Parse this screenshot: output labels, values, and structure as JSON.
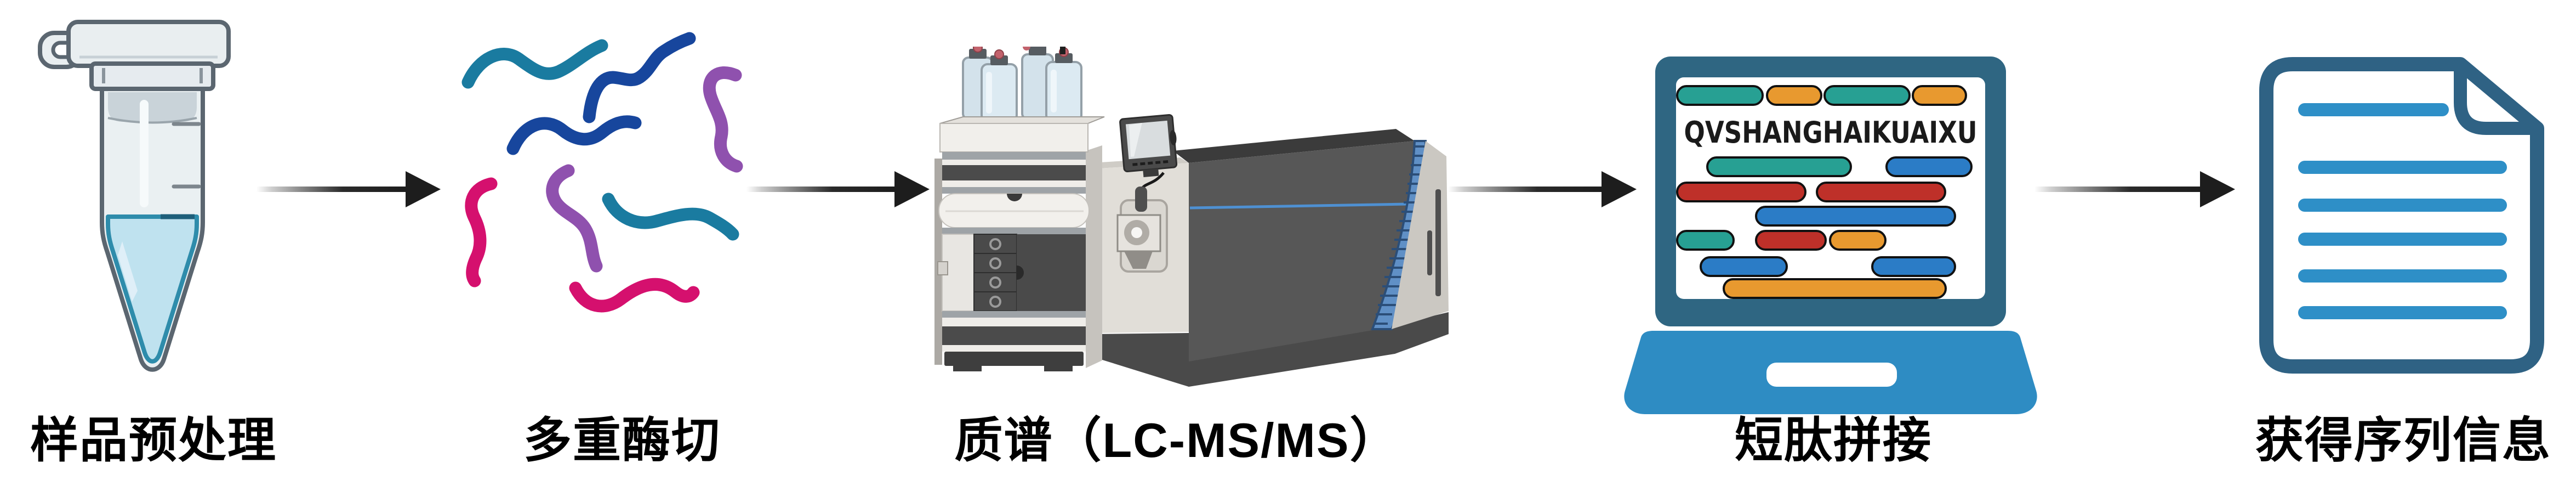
{
  "workflow": {
    "direction": "left-to-right",
    "stages": [
      {
        "id": "sample-prep",
        "icon": "microcentrifuge-tube-icon",
        "label": "样品预处理"
      },
      {
        "id": "multi-enzyme-digestion",
        "icon": "peptide-strands-icon",
        "label": "多重酶切"
      },
      {
        "id": "mass-spectrometry",
        "icon": "lc-ms-ms-instrument-icon",
        "label": "质谱（LC-MS/MS）"
      },
      {
        "id": "short-peptide-assembly",
        "icon": "laptop-alignment-icon",
        "label": "短肽拼接"
      },
      {
        "id": "sequence-info",
        "icon": "sequence-document-icon",
        "label": "获得序列信息"
      }
    ],
    "arrows": {
      "count": 4,
      "style": "gradient-shaft-solid-head",
      "color": "#1d1d1d"
    },
    "laptop_screen": {
      "assembled_sequence": "QVSHANGHAIKUAIXU",
      "fragment_rows": 7,
      "fragment_count": 15
    },
    "colors": {
      "peptide_teal": "#1A7BA0",
      "peptide_blue": "#17469D",
      "peptide_purple": "#8F51AE",
      "peptide_magenta": "#D5106E",
      "fragment_teal": "#27A093",
      "fragment_orange": "#E8992F",
      "fragment_red": "#BE3029",
      "fragment_blue": "#2B7CC6",
      "laptop_bezel": "#2F6682",
      "laptop_base": "#2E8CC3",
      "document_outline": "#2F6284",
      "document_line": "#2E8FC7",
      "tube_liquid": "#BFE2EF",
      "arrow_dark": "#1d1d1d"
    }
  }
}
